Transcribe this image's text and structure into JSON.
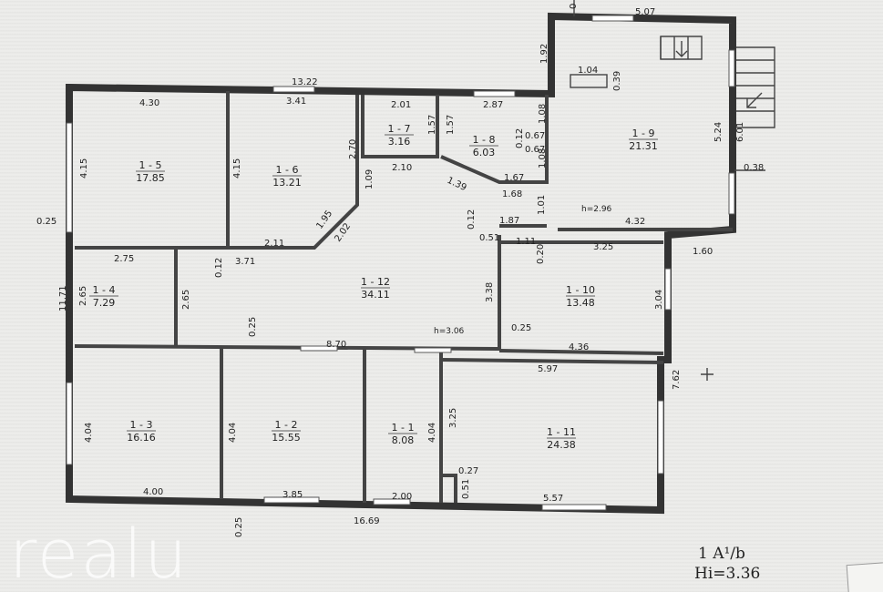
{
  "rooms": [
    {
      "id": "1 - 5",
      "area": "17.85"
    },
    {
      "id": "1 - 6",
      "area": "13.21"
    },
    {
      "id": "1 - 7",
      "area": "3.16"
    },
    {
      "id": "1 - 8",
      "area": "6.03"
    },
    {
      "id": "1 - 9",
      "area": "21.31"
    },
    {
      "id": "1 - 4",
      "area": "7.29"
    },
    {
      "id": "1 - 12",
      "area": "34.11"
    },
    {
      "id": "1 - 10",
      "area": "13.48"
    },
    {
      "id": "1 - 3",
      "area": "16.16"
    },
    {
      "id": "1 - 2",
      "area": "15.55"
    },
    {
      "id": "1 - 1",
      "area": "8.08"
    },
    {
      "id": "1 - 11",
      "area": "24.38"
    }
  ],
  "heights": {
    "room9": "h=2.96",
    "room12": "h=3.06"
  },
  "dimensions": {
    "d13_22": "13.22",
    "d4_30": "4.30",
    "d3_41": "3.41",
    "d2_01": "2.01",
    "d2_87": "2.87",
    "d1_57a": "1.57",
    "d1_57b": "1.57",
    "d1_08": "1.08",
    "d0_67a": "0.67",
    "d0_12a": "0.12",
    "d0_67b": "0.67",
    "d1_08b": "1.08",
    "d1_67": "1.67",
    "d1_68": "1.68",
    "d2_10": "2.10",
    "d1_39": "1.39",
    "d2_70": "2.70",
    "d1_09": "1.09",
    "d1_95": "1.95",
    "d2_02": "2.02",
    "d4_15a": "4.15",
    "d4_15b": "4.15",
    "d2_11": "2.11",
    "d0_25a": "0.25",
    "d2_75": "2.75",
    "d3_71": "3.71",
    "d0_12b": "0.12",
    "d11_71": "11.71",
    "d2_65a": "2.65",
    "d2_65b": "2.65",
    "d0_25b": "0.25",
    "d8_70": "8.70",
    "d1_87": "1.87",
    "d1_01": "1.01",
    "d0_12c": "0.12",
    "d0_51a": "0.51",
    "d1_11": "1.11",
    "d0_20": "0.20",
    "d3_25a": "3.25",
    "d3_38": "3.38",
    "d0_25c": "0.25",
    "d4_36": "4.36",
    "d3_04": "3.04",
    "d5_97": "5.97",
    "d7_62": "7.62",
    "d4_04a": "4.04",
    "d4_04b": "4.04",
    "d4_04c": "4.04",
    "d3_25b": "3.25",
    "d0_27": "0.27",
    "d0_51b": "0.51",
    "d4_00": "4.00",
    "d3_85": "3.85",
    "d2_00": "2.00",
    "d5_57": "5.57",
    "d16_69": "16.69",
    "d0_25d": "0.25",
    "d1_92": "1.92",
    "d5_07": "5.07",
    "d0_top": "0",
    "d1_04": "1.04",
    "d0_39": "0.39",
    "d5_24": "5.24",
    "d6_01": "6.01",
    "d0_38": "0.38",
    "d4_32": "4.32",
    "d1_60": "1.60"
  },
  "legend": {
    "line1": "1 A¹/b",
    "line2": "Hi=3.36"
  },
  "watermark": "realu"
}
